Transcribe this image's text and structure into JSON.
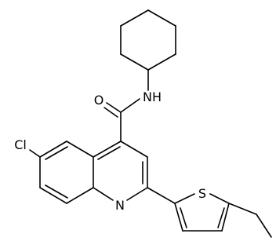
{
  "molecule": {
    "atom_labels": {
      "oxygen": "O",
      "amide_nh": "NH",
      "chlorine": "Cl",
      "ring_nitrogen": "N",
      "sulfur": "S"
    },
    "colors": {
      "bond": "#000000",
      "label": "#000000",
      "background": "#ffffff"
    }
  }
}
